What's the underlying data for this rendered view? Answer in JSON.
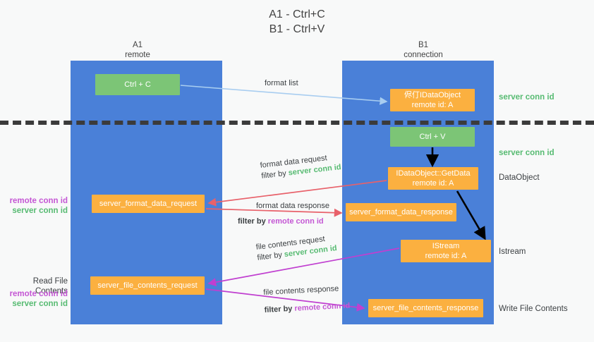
{
  "title": {
    "line1": "A1 - Ctrl+C",
    "line2": "B1 - Ctrl+V"
  },
  "columns": {
    "left": {
      "name": "A1",
      "role": "remote"
    },
    "right": {
      "name": "B1",
      "role": "connection"
    }
  },
  "nodes": {
    "ctrl_c": {
      "label": "Ctrl + C",
      "color": "#7cc576"
    },
    "idataobject": {
      "line1": "侭仃IDataObject",
      "line2": "remote id: A",
      "color": "#fbb040"
    },
    "ctrl_v": {
      "label": "Ctrl + V",
      "color": "#7cc576"
    },
    "getdata": {
      "line1": "IDataObject::GetData",
      "line2": "remote id: A",
      "color": "#fbb040"
    },
    "format_data_request": {
      "label": "server_format_data_request",
      "color": "#fbb040"
    },
    "format_data_response": {
      "label": "server_format_data_response",
      "color": "#fbb040"
    },
    "istream": {
      "line1": "IStream",
      "line2": "remote id: A",
      "color": "#fbb040"
    },
    "file_contents_request": {
      "label": "server_file_contents_request",
      "color": "#fbb040"
    },
    "file_contents_response": {
      "label": "server_file_contents_response",
      "color": "#fbb040"
    }
  },
  "edges": {
    "format_list": {
      "label": "format list",
      "color": "#a8cdf0"
    },
    "format_data_request": {
      "line1": "format data request",
      "filter_prefix": "filter by ",
      "filter_value": "server conn id",
      "color": "#e8616a"
    },
    "format_data_response": {
      "line1": "format data response",
      "filter_prefix": "filter by ",
      "filter_value": "remote conn id",
      "color": "#e8616a"
    },
    "file_contents_request": {
      "line1": "file contents request",
      "filter_prefix": "filter by ",
      "filter_value": "server conn id",
      "color": "#c03fd0"
    },
    "file_contents_response": {
      "line1": "file contents response",
      "filter_prefix": "filter by ",
      "filter_value": "remote conn id",
      "color": "#c03fd0"
    }
  },
  "annotations": {
    "right": {
      "server_conn_id_top": "server conn id",
      "server_conn_id_mid": "server conn id",
      "dataobject": "DataObject",
      "istream": "Istream",
      "write_file_contents": "Write File Contents"
    },
    "left": {
      "remote_conn_id_1": "remote conn id",
      "server_conn_id_1": "server conn id",
      "read_file_contents": "Read File Contents",
      "remote_conn_id_2": "remote conn id",
      "server_conn_id_2": "server conn id"
    }
  },
  "colors": {
    "lane": "#4a80d8",
    "green": "#7cc576",
    "orange": "#fbb040",
    "server_conn": "#57bb72",
    "remote_conn": "#c457d4",
    "divider": "#3b3b3b",
    "background": "#f8f9f9"
  }
}
